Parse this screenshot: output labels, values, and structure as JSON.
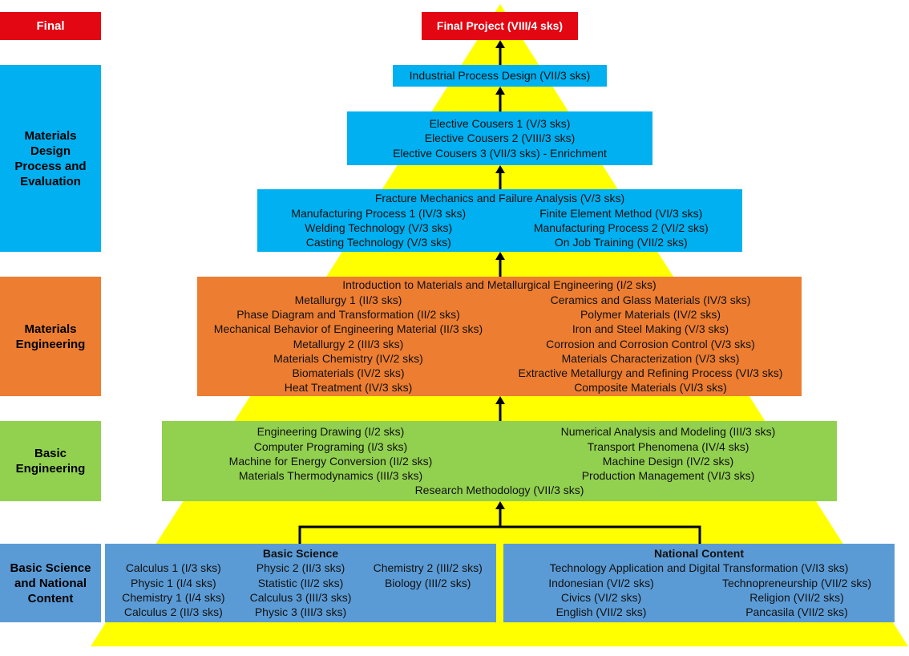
{
  "levels": {
    "final": "Final",
    "design": "Materials Design Process and Evaluation",
    "engineering": "Materials Engineering",
    "basic_eng": "Basic Engineering",
    "basic_sci": "Basic Science and National Content"
  },
  "final_project": "Final Project (VIII/4 sks)",
  "industrial": "Industrial Process Design (VII/3 sks)",
  "elective": [
    "Elective Cousers 1 (V/3 sks)",
    "Elective Cousers 2 (VIII/3 sks)",
    "Elective Cousers 3 (VII/3 sks) - Enrichment"
  ],
  "design_box": {
    "top": "Fracture Mechanics and Failure Analysis (V/3 sks)",
    "rows": [
      [
        "Manufacturing Process 1 (IV/3 sks)",
        "Finite Element Method (VI/3 sks)"
      ],
      [
        "Welding Technology (V/3 sks)",
        "Manufacturing Process 2 (VI/2 sks)"
      ],
      [
        "Casting Technology (V/3 sks)",
        "On Job Training (VII/2 sks)"
      ]
    ]
  },
  "eng_box": {
    "top": "Introduction to Materials and Metallurgical Engineering (I/2 sks)",
    "rows": [
      [
        "Metallurgy 1 (II/3 sks)",
        "Ceramics and Glass Materials (IV/3 sks)"
      ],
      [
        "Phase Diagram and Transformation (II/2 sks)",
        "Polymer Materials (IV/2 sks)"
      ],
      [
        "Mechanical Behavior of Engineering Material (II/3 sks)",
        "Iron and Steel Making (V/3 sks)"
      ],
      [
        "Metallurgy 2 (III/3 sks)",
        "Corrosion and Corrosion Control (V/3 sks)"
      ],
      [
        "Materials Chemistry (IV/2 sks)",
        "Materials Characterization (V/3 sks)"
      ],
      [
        "Biomaterials (IV/2 sks)",
        "Extractive Metallurgy and Refining Process (VI/3 sks)"
      ],
      [
        "Heat Treatment (IV/3 sks)",
        "Composite Materials (VI/3 sks)"
      ]
    ]
  },
  "basic_eng_box": {
    "rows": [
      [
        "Engineering Drawing (I/2 sks)",
        "Numerical Analysis and Modeling (III/3 sks)"
      ],
      [
        "Computer Programing (I/3 sks)",
        "Transport Phenomena (IV/4 sks)"
      ],
      [
        "Machine for Energy Conversion (II/2 sks)",
        "Machine Design (IV/2 sks)"
      ],
      [
        "Materials Thermodynamics (III/3 sks)",
        "Production Management (VI/3 sks)"
      ]
    ],
    "bottom": "Research Methodology (VII/3 sks)"
  },
  "basic_science": {
    "title": "Basic Science",
    "cols": [
      [
        "Calculus 1 (I/3 sks)",
        "Physic 1 (I/4 sks)",
        "Chemistry 1 (I/4 sks)",
        "Calculus 2 (II/3 sks)"
      ],
      [
        "Physic 2 (II/3 sks)",
        "Statistic (II/2 sks)",
        "Calculus 3 (III/3 sks)",
        "Physic 3 (III/3 sks)"
      ],
      [
        "Chemistry 2 (III/2 sks)",
        "Biology (III/2 sks)"
      ]
    ]
  },
  "national": {
    "title": "National Content",
    "top": "Technology Application and Digital Transformation (V/I3 sks)",
    "rows": [
      [
        "Indonesian (VI/2 sks)",
        "Technopreneurship (VII/2 sks)"
      ],
      [
        "Civics (VI/2 sks)",
        "Religion (VII/2 sks)"
      ],
      [
        "English (VII/2 sks)",
        "Pancasila (VII/2 sks)"
      ]
    ]
  }
}
